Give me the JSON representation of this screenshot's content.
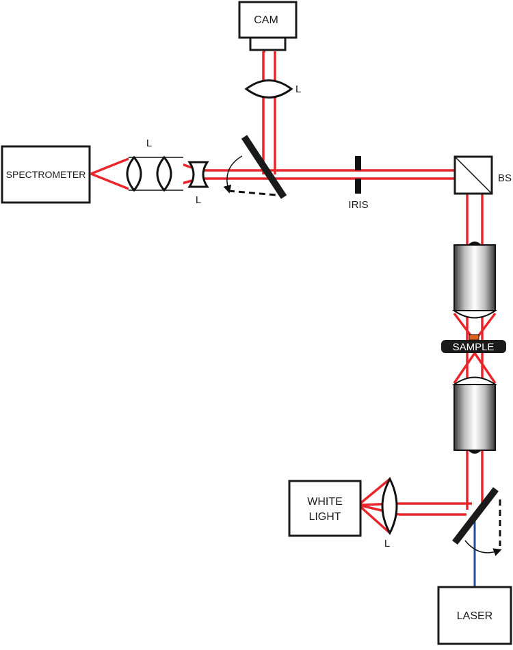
{
  "diagram": {
    "components": {
      "cam": "CAM",
      "spectrometer": "SPECTROMETER",
      "white_light_line1": "WHITE",
      "white_light_line2": "LIGHT",
      "laser": "LASER",
      "sample": "SAMPLE"
    },
    "labels": {
      "cam_lens": "L",
      "spectrometer_lens": "L",
      "concave_lens": "L",
      "white_light_lens": "L",
      "iris": "IRIS",
      "beam_splitter": "BS"
    },
    "colors": {
      "beam": "#e8262b",
      "laser_beam": "#1f4e9c",
      "mirror": "#1a1a1a",
      "sample_mark": "#e0601f"
    }
  }
}
